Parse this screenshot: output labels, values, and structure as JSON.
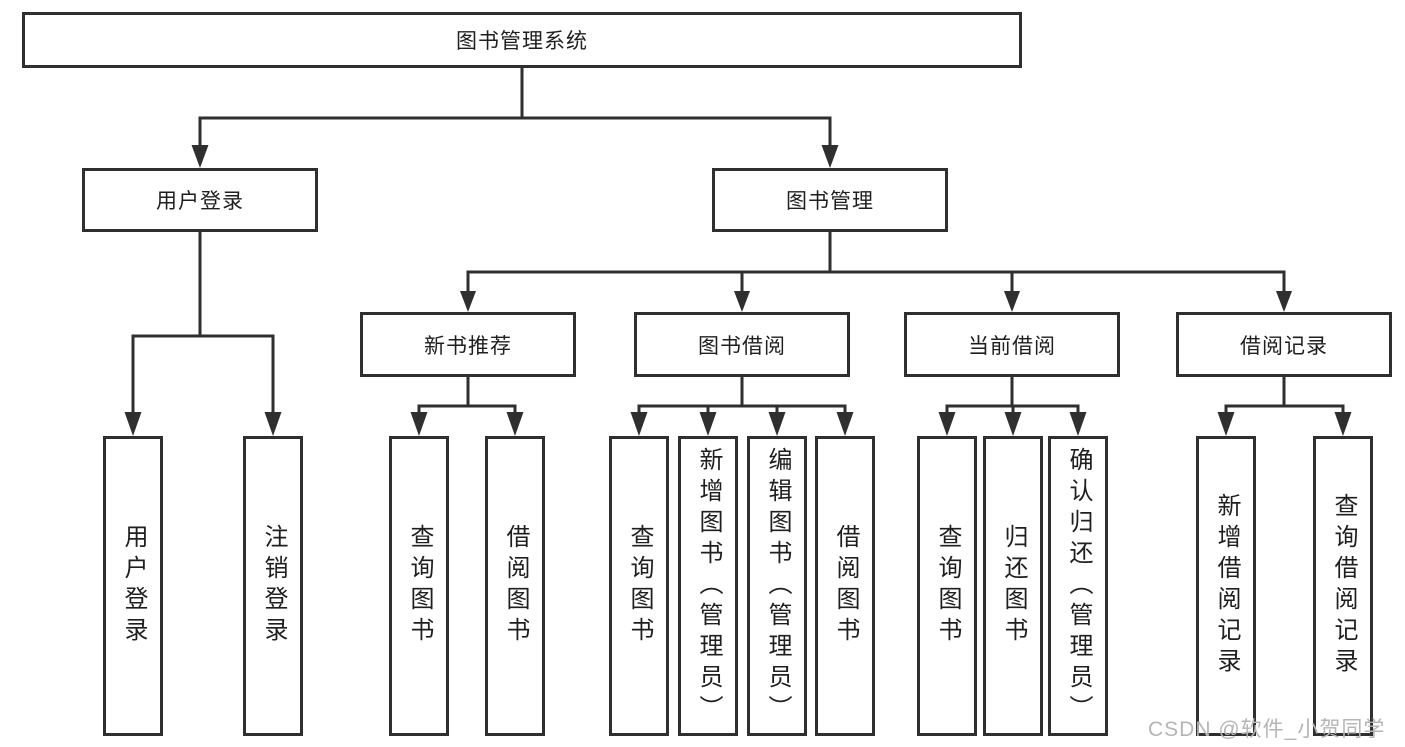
{
  "nodes": {
    "root": "图书管理系统",
    "user_login": "用户登录",
    "book_mgmt": "图书管理",
    "new_book_rec": "新书推荐",
    "book_borrow": "图书借阅",
    "current_borrow": "当前借阅",
    "borrow_record": "借阅记录",
    "ul_user_login": "用户登录",
    "ul_logout": "注销登录",
    "nb_query_book": "查询图书",
    "nb_borrow_book": "借阅图书",
    "bb_query_book": "查询图书",
    "bb_add_book": "新增图书（管理员）",
    "bb_edit_book": "编辑图书（管理员）",
    "bb_borrow_book": "借阅图书",
    "cb_query_book": "查询图书",
    "cb_return_book": "归还图书",
    "cb_confirm_return": "确认归还（管理员）",
    "br_add_record": "新增借阅记录",
    "br_query_record": "查询借阅记录"
  },
  "hierarchy": {
    "图书管理系统": {
      "用户登录": [
        "用户登录",
        "注销登录"
      ],
      "图书管理": {
        "新书推荐": [
          "查询图书",
          "借阅图书"
        ],
        "图书借阅": [
          "查询图书",
          "新增图书（管理员）",
          "编辑图书（管理员）",
          "借阅图书"
        ],
        "当前借阅": [
          "查询图书",
          "归还图书",
          "确认归还（管理员）"
        ],
        "借阅记录": [
          "新增借阅记录",
          "查询借阅记录"
        ]
      }
    }
  },
  "watermark": "CSDN @软件_小贺同学",
  "colors": {
    "line": "#2f2f2f",
    "text": "#1f1f1f",
    "node_fill": "#ffffff",
    "background": "#ffffff",
    "watermark": "#b5b5b5"
  }
}
